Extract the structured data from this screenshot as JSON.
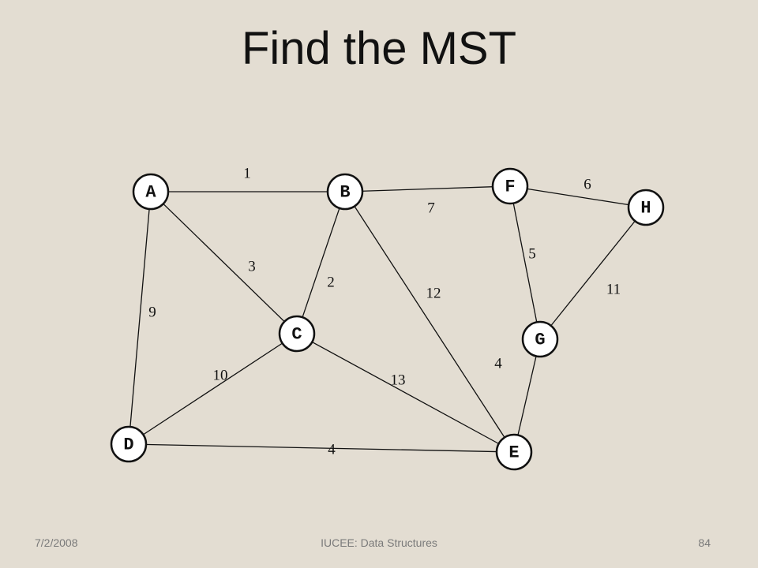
{
  "slide": {
    "title": "Find the MST",
    "footer_date": "7/2/2008",
    "footer_course": "IUCEE:  Data Structures",
    "page_number": "84"
  },
  "graph": {
    "nodes": [
      "A",
      "B",
      "C",
      "D",
      "E",
      "F",
      "G",
      "H"
    ],
    "edges": [
      {
        "from": "A",
        "to": "B",
        "weight": "1"
      },
      {
        "from": "B",
        "to": "C",
        "weight": "2"
      },
      {
        "from": "A",
        "to": "C",
        "weight": "3"
      },
      {
        "from": "D",
        "to": "E",
        "weight": "4"
      },
      {
        "from": "G",
        "to": "E",
        "weight": "4"
      },
      {
        "from": "F",
        "to": "G",
        "weight": "5"
      },
      {
        "from": "F",
        "to": "H",
        "weight": "6"
      },
      {
        "from": "B",
        "to": "F",
        "weight": "7"
      },
      {
        "from": "A",
        "to": "D",
        "weight": "9"
      },
      {
        "from": "C",
        "to": "D",
        "weight": "10"
      },
      {
        "from": "H",
        "to": "G",
        "weight": "11"
      },
      {
        "from": "B",
        "to": "E",
        "weight": "12"
      },
      {
        "from": "C",
        "to": "E",
        "weight": "13"
      }
    ]
  }
}
